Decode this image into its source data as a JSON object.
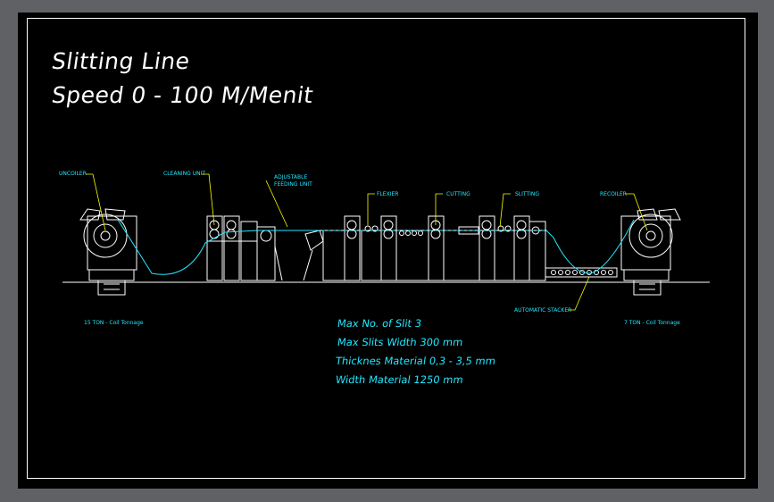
{
  "title": {
    "line1": "Slitting Line",
    "line2": "Speed 0 - 100 M/Menit"
  },
  "labels": {
    "uncoiler": "UNCOILER",
    "cleaning_unit": "CLEANING UNIT",
    "adjustable_feeding_1": "ADJUSTABLE",
    "adjustable_feeding_2": "FEEDING UNIT",
    "flexier": "FLEXIER",
    "cutting": "CUTTING",
    "slitting": "SLITTING",
    "recoiler": "RECOILER",
    "automatic_stacker": "AUTOMATIC STACKER",
    "left_tonnage": "15 TON - Coil Tonnage",
    "right_tonnage": "7 TON - Coil Tonnage"
  },
  "specs": [
    "Max No. of Slit 3",
    "Max Slits Width 300 mm",
    "Thicknes Material 0,3 - 3,5 mm",
    "Width Material 1250 mm"
  ],
  "colors": {
    "outline": "#ffffff",
    "annotation": "#22e8ff",
    "leader": "#ffff00",
    "background": "#000000"
  }
}
